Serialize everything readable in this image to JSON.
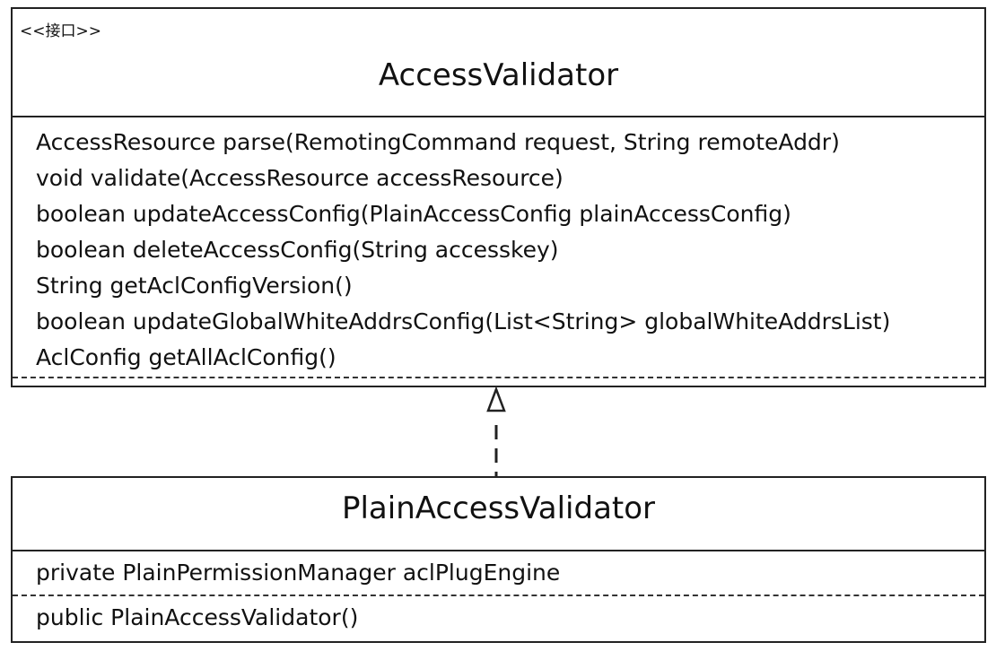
{
  "interface_class": {
    "stereotype": "<<接口>>",
    "name": "AccessValidator",
    "methods": [
      "AccessResource parse(RemotingCommand request, String remoteAddr)",
      "void validate(AccessResource accessResource)",
      "boolean updateAccessConfig(PlainAccessConfig plainAccessConfig)",
      "boolean deleteAccessConfig(String accesskey)",
      "String getAclConfigVersion()",
      "boolean updateGlobalWhiteAddrsConfig(List<String> globalWhiteAddrsList)",
      "AclConfig getAllAclConfig()"
    ]
  },
  "implementation_class": {
    "name": "PlainAccessValidator",
    "attributes": [
      "private PlainPermissionManager aclPlugEngine"
    ],
    "methods": [
      "public PlainAccessValidator()"
    ]
  },
  "relationship": {
    "type": "realization",
    "from": "PlainAccessValidator",
    "to": "AccessValidator",
    "line_style": "dashed",
    "arrowhead": "hollow-triangle"
  },
  "colors": {
    "border": "#222222",
    "text": "#111111",
    "background": "#ffffff"
  }
}
